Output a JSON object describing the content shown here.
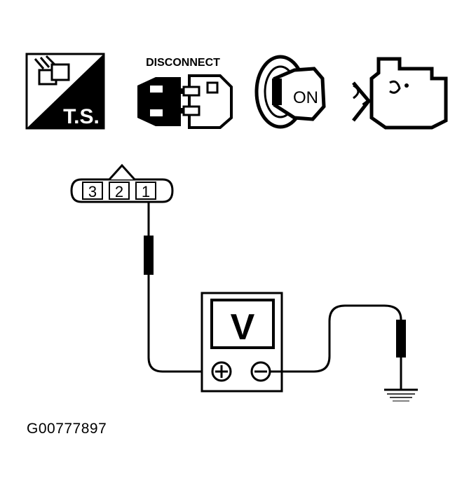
{
  "icons": {
    "ts": {
      "icon": "test-switch-icon",
      "label": "T.S."
    },
    "disconnect": {
      "icon": "connector-disconnect-icon",
      "label": "DISCONNECT"
    },
    "ignition": {
      "icon": "ignition-key-icon",
      "label": "ON"
    },
    "engine": {
      "icon": "engine-off-icon"
    }
  },
  "connector": {
    "pins": [
      "3",
      "2",
      "1"
    ]
  },
  "voltmeter": {
    "display": "V",
    "positive": "+",
    "negative": "−"
  },
  "figure_id": "G00777897",
  "colors": {
    "ink": "#000000",
    "paper": "#ffffff"
  }
}
